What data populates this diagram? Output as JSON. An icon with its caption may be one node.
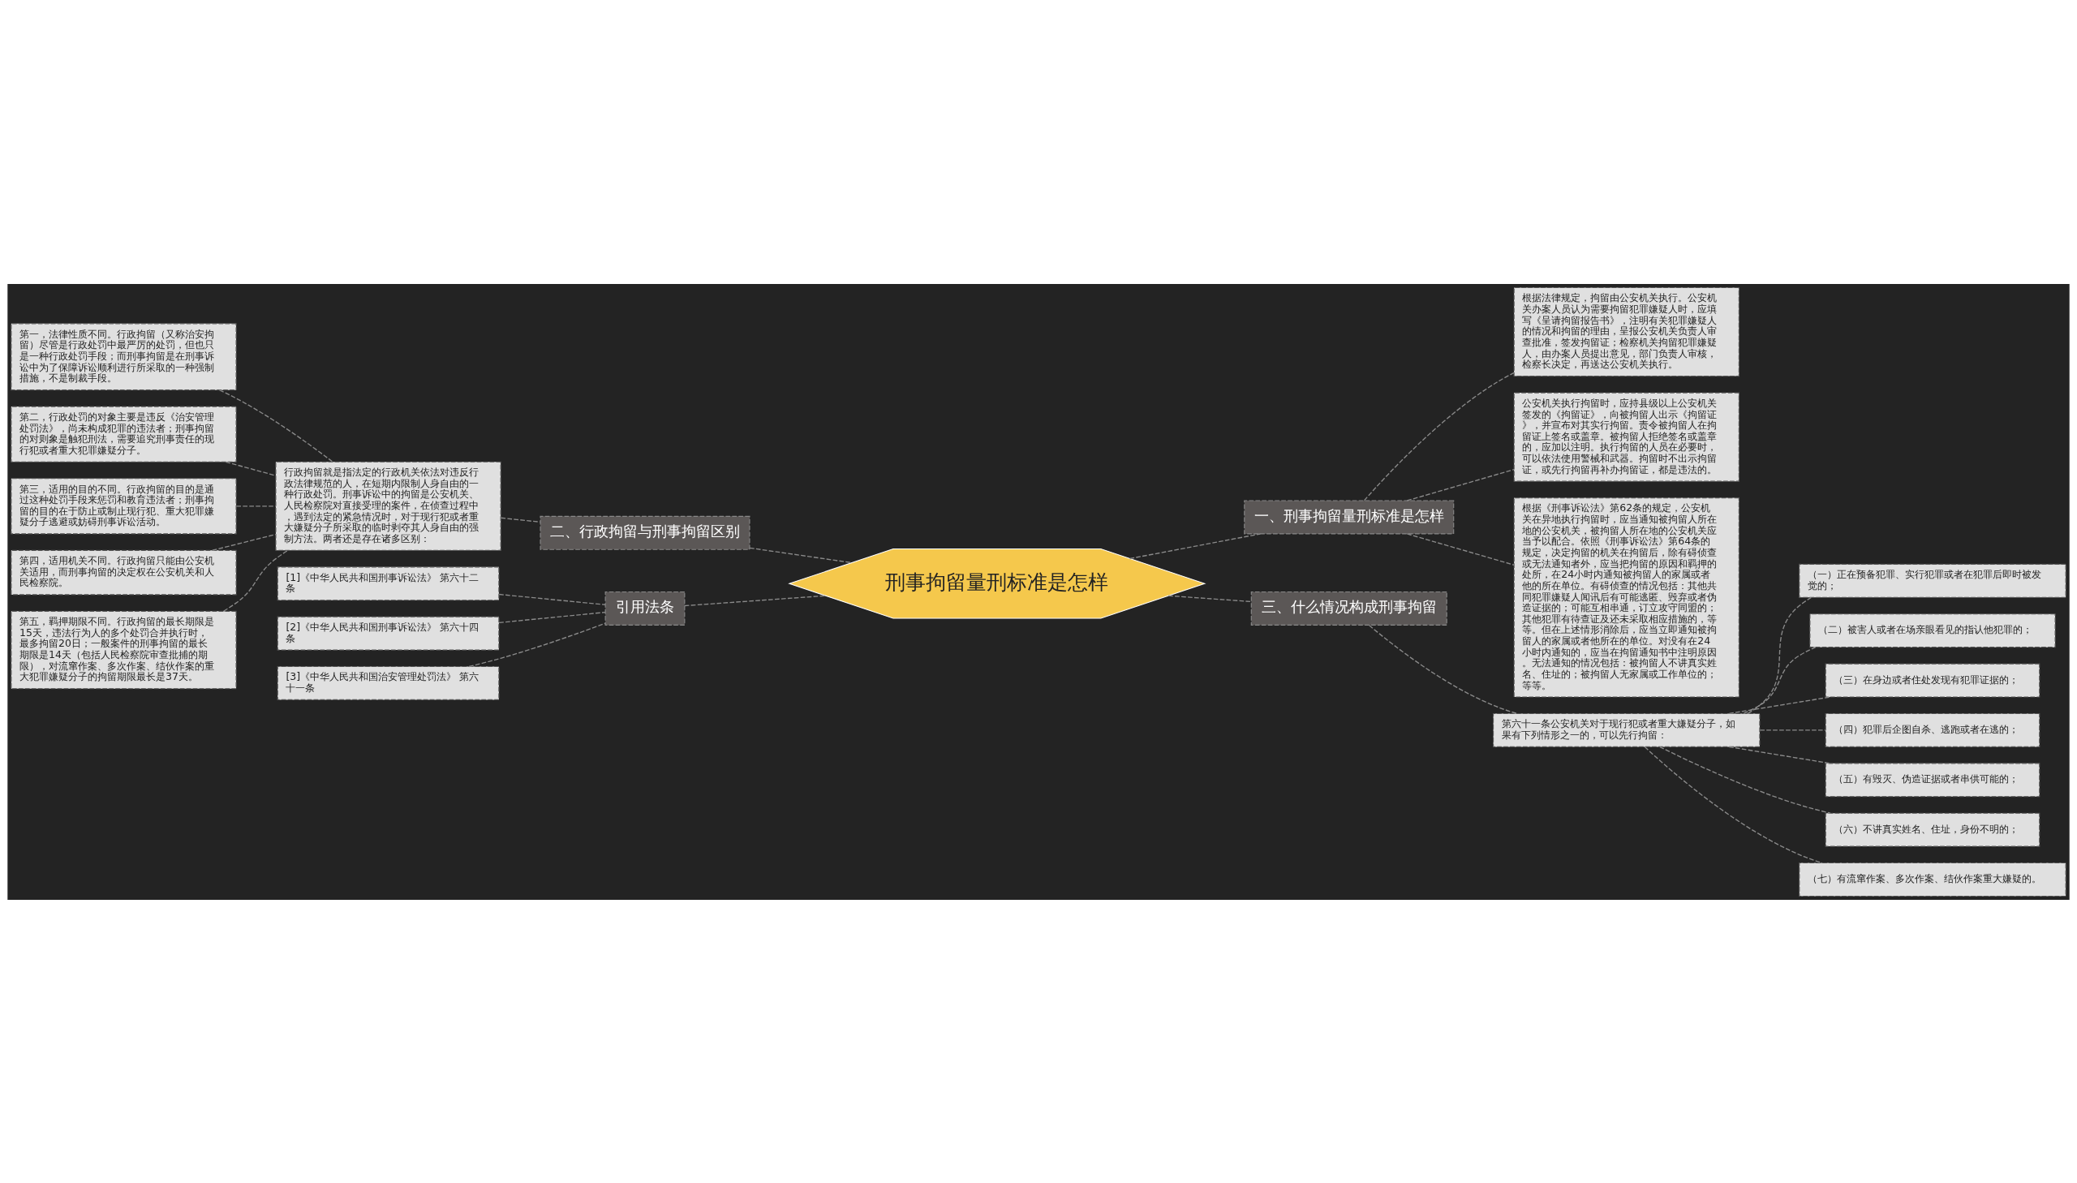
{
  "diagram": {
    "nodes": [
      {
        "text": [
          "刑事拘留量刑标准是怎样"
        ]
      },
      {
        "text": [
          "一、刑事拘留量刑标准是怎样"
        ]
      },
      {
        "text": [
          "根据法律规定，拘留由公安机关执行。公安机关办案人员认为需要拘留犯罪嫌疑人时，应填写《呈请拘留报告书》，注明有关犯罪嫌疑人的情况和拘留的理由，呈报公安机关负责人审查批准，签发拘留证；检察机关拘留犯罪嫌疑人，由办案人员提出意见，部门负责人审核，检察长决定，再送达公安机关执行。"
        ]
      },
      {
        "text": [
          "公安机关执行拘留时，应持县级以上公安机关签发的《拘留证》，向被拘留人出示《拘留证》，并宣布对其实行拘留。责令被拘留人在拘留证上签名或盖章。被拘留人拒绝签名或盖章的，应加以注明。执行拘留的人员在必要时，可以依法使用警械和武器。拘留时不出示拘留证，或先行拘留再补办拘留证，都是违法的。"
        ]
      },
      {
        "text": [
          "根据《刑事诉讼法》第62条的规定，公安机关在异地执行拘留时，应当通知被拘留人所在地的公安机关，被拘留人所在地的公安机关应当予以配合。依照《刑事诉讼法》第64条的规定，决定拘留的机关在拘留后，除有碍侦查或无法通知者外，应当把拘留的原因和羁押的处所，在24小时内通知被拘留人的家属或者他的所在单位。有碍侦查的情况包括：其他共同犯罪嫌疑人闻讯后有可能逃匿、毁弃或者伪造证据的；可能互相串通，订立攻守同盟的；其他犯罪有待查证及还未采取相应措施的，等等。但在上述情形消除后，应当立即通知被拘留人的家属或者他所在的单位。对没有在24小时内通知的，应当在拘留通知书中注明原因。无法通知的情况包括：被拘留人不讲真实姓名、住址的；被拘留人无家属或工作单位的；等等。"
        ]
      },
      {
        "text": [
          "二、行政拘留与刑事拘留区别"
        ]
      },
      {
        "text": [
          "行政拘留就是指法定的行政机关依法对违反行政法律规范的人，在短期内限制人身自由的一种行政处罚。刑事诉讼中的拘留是公安机关、人民检察院对直接受理的案件，在侦查过程中，遇到法定的紧急情况时，对于现行犯或者重大嫌疑分子所采取的临时剥夺其人身自由的强制方法。两者还是存在诸多区别："
        ]
      },
      {
        "text": [
          "第一，法律性质不同。行政拘留（又称治安拘留）尽管是行政处罚中最严厉的处罚，但也只是一种行政处罚手段；而刑事拘留是在刑事诉讼中为了保障诉讼顺利进行所采取的一种强制措施，不是制裁手段。"
        ]
      },
      {
        "text": [
          "第二，行政处罚的对象主要是违反《治安管理处罚法》，尚未构成犯罪的违法者；刑事拘留的对则象是触犯刑法，需要追究刑事责任的现行犯或者重大犯罪嫌疑分子。"
        ]
      },
      {
        "text": [
          "第三，适用的目的不同。行政拘留的目的是通过这种处罚手段来惩罚和教育违法者；刑事拘留的目的在于防止或制止现行犯、重大犯罪嫌疑分子逃避或妨碍刑事诉讼活动。"
        ]
      },
      {
        "text": [
          "第四，适用机关不同。行政拘留只能由公安机关适用，而刑事拘留的决定权在公安机关和人民检察院。"
        ]
      },
      {
        "text": [
          "第五，羁押期限不同。行政拘留的最长期限是15天，违法行为人的多个处罚合并执行时，最多拘留20日；一般案件的刑事拘留的最长期限是14天（包括人民检察院审查批捕的期限），对流窜作案、多次作案、结伙作案的重大犯罪嫌疑分子的拘留期限最长是37天。"
        ]
      },
      {
        "text": [
          "三、什么情况构成刑事拘留"
        ]
      },
      {
        "text": [
          "第六十一条公安机关对于现行犯或者重大嫌疑分子，如果有下列情形之一的，可以先行拘留："
        ]
      },
      {
        "text": [
          "（一）正在预备犯罪、实行犯罪或者在犯罪后即时被发觉的；"
        ]
      },
      {
        "text": [
          "（二）被害人或者在场亲眼看见的指认他犯罪的；"
        ]
      },
      {
        "text": [
          "（三）在身边或者住处发现有犯罪证据的；"
        ]
      },
      {
        "text": [
          "（四）犯罪后企图自杀、逃跑或者在逃的；"
        ]
      },
      {
        "text": [
          "（五）有毁灭、伪造证据或者串供可能的；"
        ]
      },
      {
        "text": [
          "（六）不讲真实姓名、住址，身份不明的；"
        ]
      },
      {
        "text": [
          "（七）有流窜作案、多次作案、结伙作案重大嫌疑的。"
        ]
      },
      {
        "text": [
          "引用法条"
        ]
      },
      {
        "text": [
          "[1]《中华人民共和国刑事诉讼法》 第六十二条"
        ]
      },
      {
        "text": [
          "[2]《中华人民共和国刑事诉讼法》 第六十四条"
        ]
      },
      {
        "text": [
          "[3]《中华人民共和国治安管理处罚法》 第六十一条"
        ]
      }
    ],
    "edges": [
      {
        "from": 0,
        "to": 1,
        "arrow": "none",
        "style": "dashed"
      },
      {
        "from": 1,
        "to": 2,
        "arrow": "none",
        "style": "dashed"
      },
      {
        "from": 1,
        "to": 3,
        "arrow": "none",
        "style": "dashed"
      },
      {
        "from": 1,
        "to": 4,
        "arrow": "none",
        "style": "dashed"
      },
      {
        "from": 0,
        "to": 5,
        "arrow": "none",
        "style": "dashed"
      },
      {
        "from": 5,
        "to": 6,
        "arrow": "none",
        "style": "dashed"
      },
      {
        "from": 6,
        "to": 7,
        "arrow": "none",
        "style": "dashed"
      },
      {
        "from": 6,
        "to": 8,
        "arrow": "none",
        "style": "dashed"
      },
      {
        "from": 6,
        "to": 9,
        "arrow": "none",
        "style": "dashed"
      },
      {
        "from": 6,
        "to": 10,
        "arrow": "none",
        "style": "dashed"
      },
      {
        "from": 6,
        "to": 11,
        "arrow": "none",
        "style": "dashed"
      },
      {
        "from": 0,
        "to": 12,
        "arrow": "none",
        "style": "dashed"
      },
      {
        "from": 12,
        "to": 13,
        "arrow": "none",
        "style": "dashed"
      },
      {
        "from": 13,
        "to": 14,
        "arrow": "none",
        "style": "dashed"
      },
      {
        "from": 13,
        "to": 15,
        "arrow": "none",
        "style": "dashed"
      },
      {
        "from": 13,
        "to": 16,
        "arrow": "none",
        "style": "dashed"
      },
      {
        "from": 13,
        "to": 17,
        "arrow": "none",
        "style": "dashed"
      },
      {
        "from": 13,
        "to": 18,
        "arrow": "none",
        "style": "dashed"
      },
      {
        "from": 13,
        "to": 19,
        "arrow": "none",
        "style": "dashed"
      },
      {
        "from": 13,
        "to": 20,
        "arrow": "none",
        "style": "dashed"
      },
      {
        "from": 0,
        "to": 21,
        "arrow": "none",
        "style": "dashed"
      },
      {
        "from": 21,
        "to": 22,
        "arrow": "none",
        "style": "dashed"
      },
      {
        "from": 21,
        "to": 23,
        "arrow": "none",
        "style": "dashed"
      },
      {
        "from": 21,
        "to": 24,
        "arrow": "none",
        "style": "dashed"
      }
    ]
  }
}
